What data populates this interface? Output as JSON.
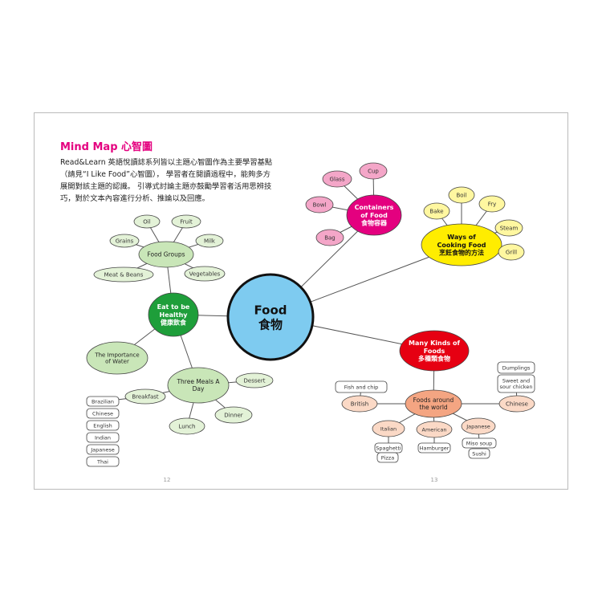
{
  "heading": "Mind Map 心智圖",
  "intro": "Read&Learn 英語悅讀誌系列皆以主題心智圖作為主要學習基點（請見“I Like Food”心智圖）， 學習者在閱讀過程中，能夠多方展開對該主題的認識。 引導式討論主題亦鼓勵學習者活用思辨技巧，對於文本內容進行分析、推論以及回應。",
  "page_numbers": [
    "12",
    "13"
  ],
  "colors": {
    "accent": "#e4007f",
    "center": "#7ecbf0",
    "containers": "#e4007f",
    "cooking": "#ffed00",
    "kinds": "#e60012",
    "healthy": "#1e9e3a"
  },
  "nodes": {
    "food": [
      "Food",
      "食物"
    ],
    "containers": [
      "Containers",
      "of Food",
      "食物容器"
    ],
    "cup": [
      "Cup"
    ],
    "glass": [
      "Glass"
    ],
    "bowl": [
      "Bowl"
    ],
    "bag": [
      "Bag"
    ],
    "cooking": [
      "Ways of",
      "Cooking Food",
      "烹飪食物的方法"
    ],
    "boil": [
      "Boil"
    ],
    "fry": [
      "Fry"
    ],
    "bake": [
      "Bake"
    ],
    "steam": [
      "Steam"
    ],
    "grill": [
      "Grill"
    ],
    "kinds": [
      "Many Kinds  of",
      "Foods",
      "多種類食物"
    ],
    "world": [
      "Foods around",
      "the world"
    ],
    "british": [
      "British"
    ],
    "chinese_w": [
      "Chinese"
    ],
    "italian": [
      "Italian"
    ],
    "american": [
      "American"
    ],
    "japanese_w": [
      "Japanese"
    ],
    "fishchip": [
      "Fish and chip"
    ],
    "dumplings": [
      "Dumplings"
    ],
    "sweetsour": [
      "Sweet and",
      "sour chicken"
    ],
    "spaghetti": [
      "Spaghetti"
    ],
    "pizza": [
      "Pizza"
    ],
    "hamburger": [
      "Hamburger"
    ],
    "miso": [
      "Miso soup"
    ],
    "sushi": [
      "Sushi"
    ],
    "healthy": [
      "Eat to be",
      "Healthy",
      "健康飲食"
    ],
    "groups": [
      "Food Groups"
    ],
    "oil": [
      "Oil"
    ],
    "fruit": [
      "Fruit"
    ],
    "grains": [
      "Grains"
    ],
    "milk": [
      "Milk"
    ],
    "meat": [
      "Meat & Beans"
    ],
    "veg": [
      "Vegetables"
    ],
    "water": [
      "The Importance",
      "of Water"
    ],
    "meals": [
      "Three Meals A",
      "Day"
    ],
    "dessert": [
      "Dessert"
    ],
    "breakfast": [
      "Breakfast"
    ],
    "dinner": [
      "Dinner"
    ],
    "lunch": [
      "Lunch"
    ],
    "brazilian": [
      "Brazilian"
    ],
    "chinese_b": [
      "Chinese"
    ],
    "english": [
      "English"
    ],
    "indian": [
      "Indian"
    ],
    "japanese_b": [
      "Japanese"
    ],
    "thai": [
      "Thai"
    ]
  }
}
